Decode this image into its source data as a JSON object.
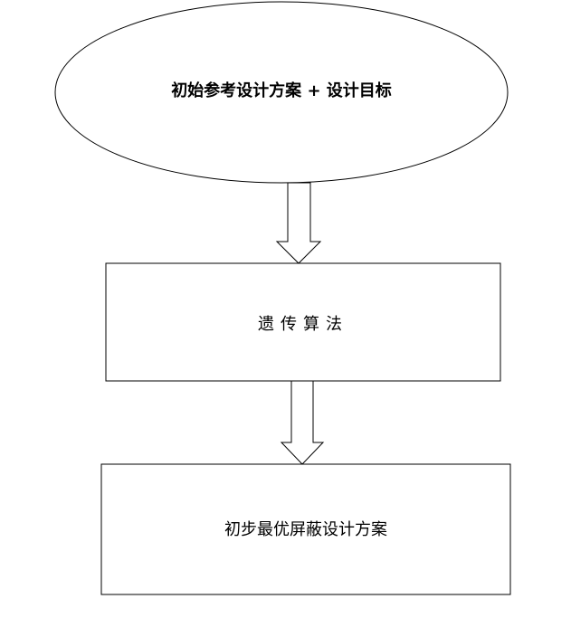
{
  "diagram": {
    "nodes": {
      "start": {
        "shape": "ellipse",
        "label": "初始参考设计方案 + 设计目标"
      },
      "process": {
        "shape": "rectangle",
        "label": "遗传算法"
      },
      "output": {
        "shape": "rectangle",
        "label": "初步最优屏蔽设计方案"
      }
    },
    "edges": [
      {
        "from": "start",
        "to": "process",
        "style": "hollow-block-arrow"
      },
      {
        "from": "process",
        "to": "output",
        "style": "hollow-block-arrow"
      }
    ],
    "colors": {
      "stroke": "#000000",
      "fill": "#ffffff",
      "text": "#000000"
    }
  }
}
